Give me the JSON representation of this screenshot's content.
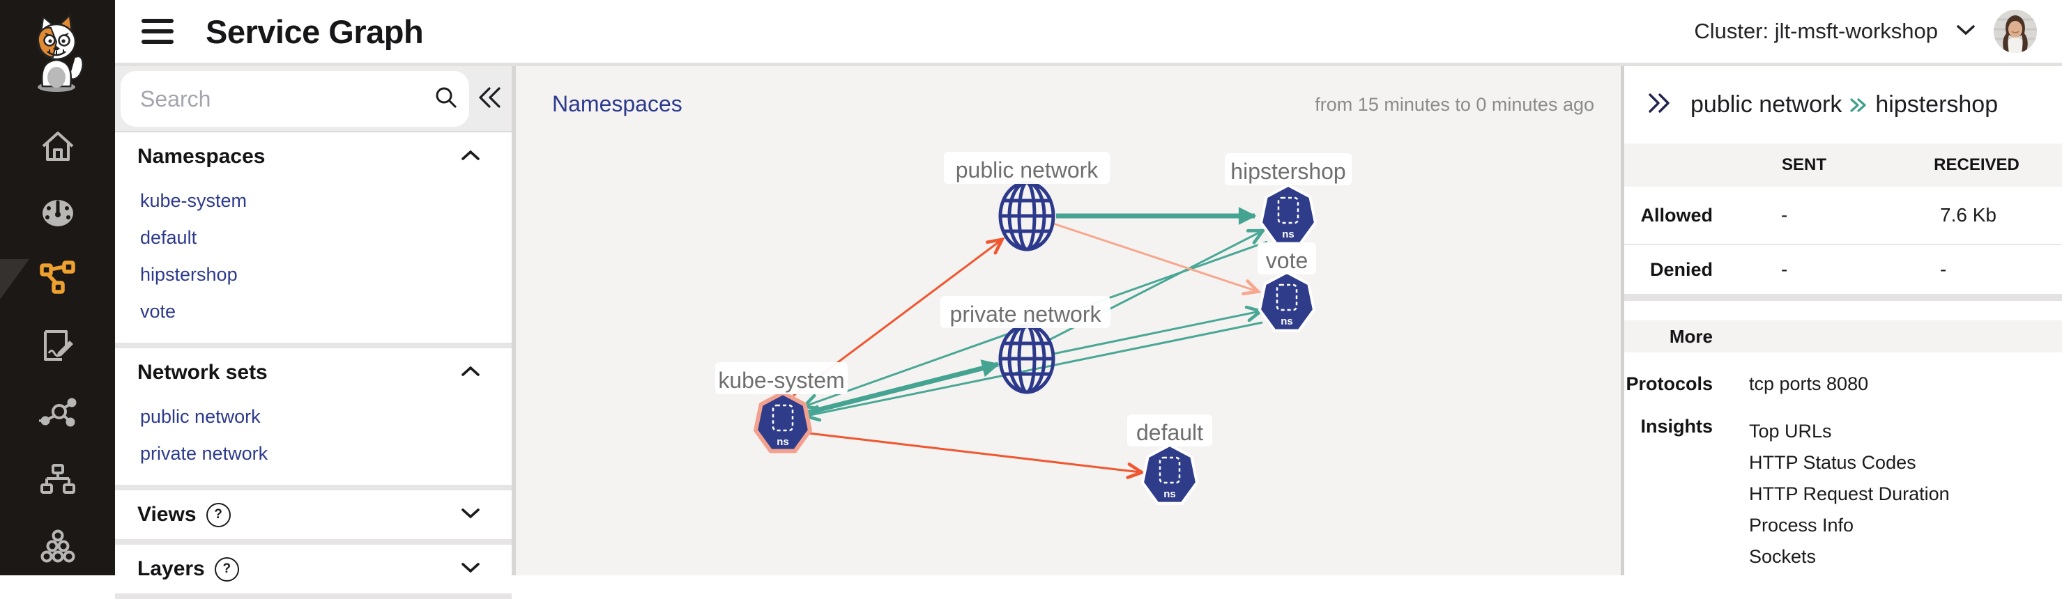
{
  "header": {
    "title": "Service Graph",
    "cluster": "Cluster: jlt-msft-workshop"
  },
  "rail": {
    "icons": [
      {
        "name": "home"
      },
      {
        "name": "dashboard"
      },
      {
        "name": "service-graph",
        "active": true
      },
      {
        "name": "policies"
      },
      {
        "name": "network-visualization"
      },
      {
        "name": "hierarchy"
      },
      {
        "name": "cluster-resources"
      }
    ]
  },
  "left_panel": {
    "search_placeholder": "Search",
    "namespaces": {
      "title": "Namespaces",
      "items": [
        "kube-system",
        "default",
        "hipstershop",
        "vote"
      ]
    },
    "network_sets": {
      "title": "Network sets",
      "items": [
        "public network",
        "private network"
      ]
    },
    "views": {
      "title": "Views",
      "help": "?"
    },
    "layers": {
      "title": "Layers",
      "help": "?"
    }
  },
  "canvas": {
    "view_label": "Namespaces",
    "time_range": "from 15 minutes to 0 minutes ago",
    "node_badge": "ns",
    "nodes": [
      {
        "id": "public-network",
        "label": "public network",
        "type": "network"
      },
      {
        "id": "hipstershop",
        "label": "hipstershop",
        "type": "namespace"
      },
      {
        "id": "vote",
        "label": "vote",
        "type": "namespace"
      },
      {
        "id": "private-network",
        "label": "private network",
        "type": "network"
      },
      {
        "id": "kube-system",
        "label": "kube-system",
        "type": "namespace",
        "highlighted": true
      },
      {
        "id": "default",
        "label": "default",
        "type": "namespace"
      }
    ],
    "edges": [
      {
        "from": "public network",
        "to": "hipstershop",
        "color": "teal",
        "weight": "thick"
      },
      {
        "from": "kube-system",
        "to": "private network",
        "color": "teal",
        "weight": "thick"
      },
      {
        "from": "private network",
        "to": "hipstershop",
        "color": "teal",
        "weight": "thin"
      },
      {
        "from": "private network",
        "to": "vote",
        "color": "teal",
        "weight": "thin"
      },
      {
        "from": "hipstershop",
        "to": "kube-system",
        "color": "teal",
        "weight": "thin"
      },
      {
        "from": "vote",
        "to": "kube-system",
        "color": "teal",
        "weight": "thin"
      },
      {
        "from": "kube-system",
        "to": "public network",
        "color": "orange",
        "weight": "thin"
      },
      {
        "from": "public network",
        "to": "vote",
        "color": "salmon",
        "weight": "thin"
      },
      {
        "from": "kube-system",
        "to": "default",
        "color": "orange",
        "weight": "thin"
      }
    ]
  },
  "right_panel": {
    "breadcrumb": {
      "source": "public network",
      "target": "hipstershop"
    },
    "table": {
      "col_sent": "SENT",
      "col_received": "RECEIVED",
      "rows": [
        {
          "label": "Allowed",
          "sent": "-",
          "received": "7.6 Kb"
        },
        {
          "label": "Denied",
          "sent": "-",
          "received": "-"
        }
      ]
    },
    "more_label": "More",
    "protocols": {
      "label": "Protocols",
      "value": "tcp ports 8080"
    },
    "insights": {
      "label": "Insights",
      "items": [
        "Top URLs",
        "HTTP Status Codes",
        "HTTP Request Duration",
        "Process Info",
        "Sockets"
      ]
    }
  },
  "colors": {
    "accent_orange": "#efa12f",
    "link_navy": "#2d3a8c",
    "node_navy": "#2f3c8a",
    "edge_teal": "#44a491",
    "edge_orange": "#f0572f",
    "edge_salmon": "#f6a78d",
    "highlight_salmon": "#f2a18f"
  }
}
